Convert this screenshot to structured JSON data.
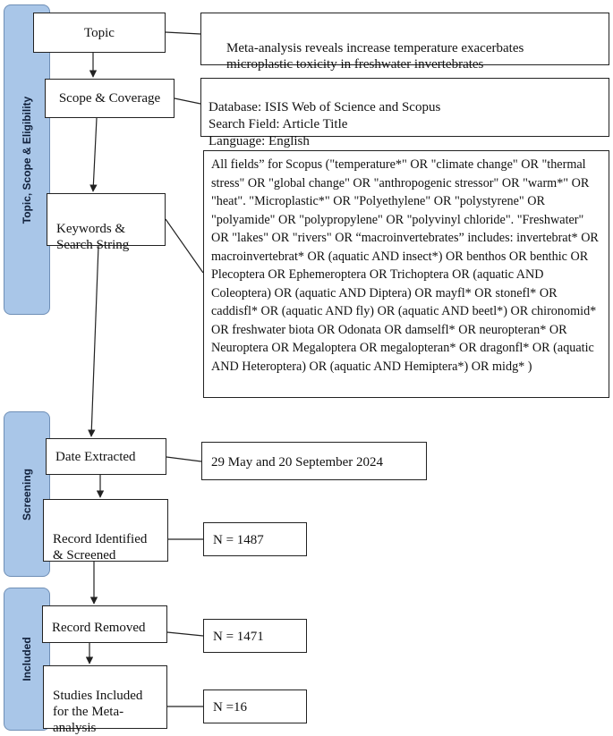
{
  "phases": {
    "topic_scope": "Topic, Scope & Eligibility",
    "screening": "Screening",
    "included": "Included"
  },
  "left_boxes": {
    "topic": "Topic",
    "scope": "Scope & Coverage",
    "keywords": "Keywords &\nSearch String",
    "date": "Date Extracted",
    "record_identified": "Record Identified\n& Screened",
    "record_removed": "Record Removed",
    "studies_included": "Studies Included\nfor the Meta-\nanalysis"
  },
  "right_boxes": {
    "topic_text": "Meta-analysis reveals increase temperature exacerbates\nmicroplastic toxicity in freshwater invertebrates",
    "scope_text": "Database: ISIS Web of Science and Scopus\nSearch Field: Article Title\nLanguage: English",
    "keywords_text": "All fields” for Scopus (\"temperature*\" OR \"climate change\" OR \"thermal stress\" OR \"global change\" OR \"anthropogenic stressor\" OR \"warm*\" OR \"heat\". \"Microplastic*\" OR \"Polyethylene\" OR \"polystyrene\" OR \"polyamide\" OR \"polypropylene\" OR \"polyvinyl chloride\". \"Freshwater\" OR \"lakes\" OR \"rivers\" OR “macroinvertebrates” includes: invertebrat* OR macroinvertebrat* OR (aquatic AND insect*) OR benthos OR benthic OR Plecoptera OR Ephemeroptera OR Trichoptera OR (aquatic AND Coleoptera) OR (aquatic AND Diptera) OR mayfl* OR stonefl* OR caddisfl* OR (aquatic AND fly) OR (aquatic AND beetl*) OR chironomid* OR freshwater biota OR Odonata OR damselfl* OR neuropteran* OR Neuroptera OR Megaloptera OR megalopteran* OR dragonfl* OR (aquatic AND Heteroptera) OR (aquatic AND Hemiptera*) OR midg* )",
    "date_text": "29 May and 20 September 2024",
    "identified_n": "N = 1487",
    "removed_n": "N = 1471",
    "included_n": "N =16"
  },
  "colors": {
    "phase_fill": "#a9c6e8",
    "phase_border": "#6f8fb6",
    "line": "#222222"
  }
}
